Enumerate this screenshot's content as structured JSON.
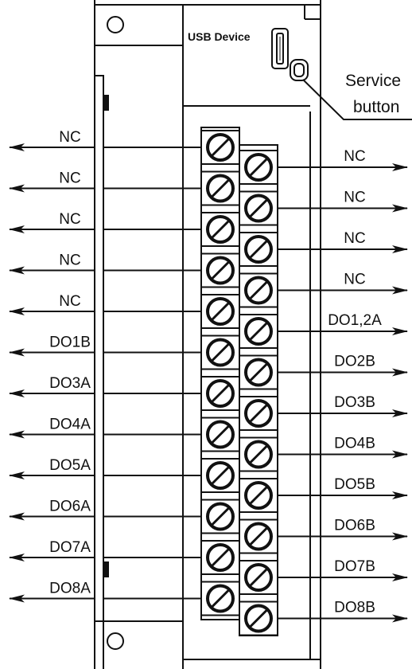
{
  "device": {
    "usb_label": "USB Device",
    "service_button_lines": [
      "Service",
      "button"
    ]
  },
  "left_terminals": [
    "NC",
    "NC",
    "NC",
    "NC",
    "NC",
    "DO1B",
    "DO3A",
    "DO4A",
    "DO5A",
    "DO6A",
    "DO7A",
    "DO8A"
  ],
  "right_terminals": [
    "NC",
    "NC",
    "NC",
    "NC",
    "DO1,2A",
    "DO2B",
    "DO3B",
    "DO4B",
    "DO5B",
    "DO6B",
    "DO7B",
    "DO8B"
  ],
  "icons": {
    "mount_hole": "mount-hole-icon",
    "terminal_screw": "terminal-screw-icon",
    "usb_port": "usb-port-icon",
    "arrow": "arrow-icon"
  },
  "colors": {
    "line": "#111111",
    "background": "#ffffff"
  }
}
